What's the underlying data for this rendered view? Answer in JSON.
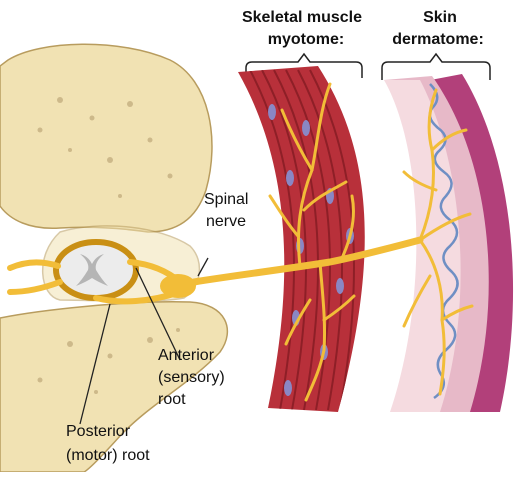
{
  "labels": {
    "skeletal_muscle": "Skeletal muscle",
    "myotome": "myotome:",
    "skin": "Skin",
    "dermatome": "dermatome:",
    "spinal_line1": "Spinal",
    "spinal_line2": "nerve",
    "anterior_line1": "Anterior",
    "anterior_line2": "(sensory)",
    "anterior_line3": "root",
    "posterior_line1": "Posterior",
    "posterior_line2": "(motor) root"
  },
  "colors": {
    "bone": "#f1e2b3",
    "bone_pore": "#cdb98a",
    "muscle": "#b8303a",
    "muscle_dark": "#8e1f27",
    "muscle_nucleus": "#8a87c4",
    "skin_outer": "#b2407a",
    "skin_layer": "#e7b9c8",
    "skin_inner": "#f5dbe0",
    "skin_boundary": "#6f8fc4",
    "nerve": "#f2bd38",
    "nerve_outline": "#c98f14",
    "spinal_cord": "#ececec",
    "gray_matter": "#b5b5b5"
  }
}
